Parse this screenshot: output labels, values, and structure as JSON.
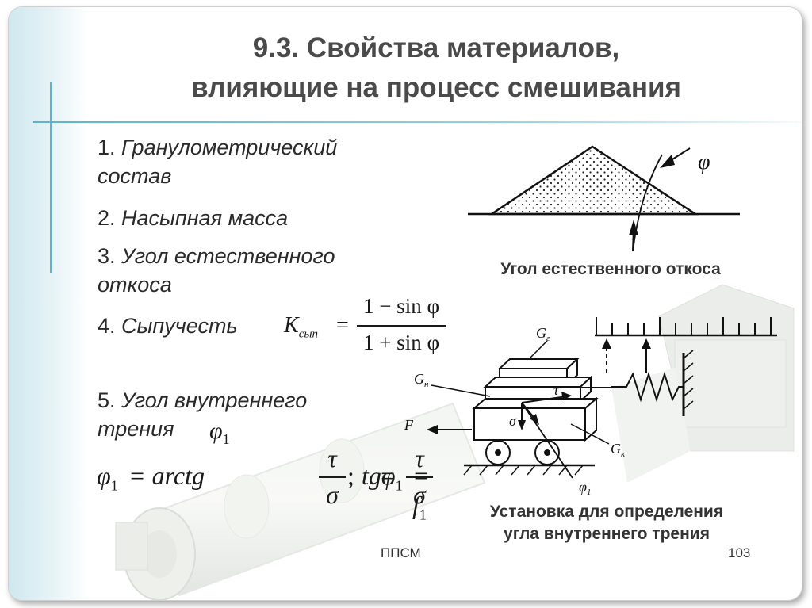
{
  "slide": {
    "title_line1": "9.3. Свойства материалов,",
    "title_line2": "влияющие на процесс смешивания",
    "items": [
      {
        "num": "1.",
        "text_line1": "Гранулометрический",
        "text_line2": "состав"
      },
      {
        "num": "2.",
        "text_line1": "Насыпная масса"
      },
      {
        "num": "3.",
        "text_line1": "Угол естественного",
        "text_line2": "откоса"
      },
      {
        "num": "4.",
        "text_line1": "Сыпучесть"
      },
      {
        "num": "5.",
        "text_line1": "Угол внутреннего",
        "text_line2": "трения"
      }
    ],
    "formula_k": {
      "symbol": "K",
      "subscript": "сып",
      "equals": "=",
      "numerator": "1 − sin φ",
      "denominator": "1 + sin φ"
    },
    "formula_phi": {
      "phi1_label": "φ",
      "phi1_sub": "1",
      "lhs": "φ",
      "lhs_sub": "1",
      "eq1": "= arctg",
      "frac1_num": "τ",
      "frac1_den": "σ",
      "sep": ";",
      "tg": "tgφ",
      "tg_sub": "1",
      "eq2": "= f",
      "f_sub": "1",
      "eq3": "=",
      "frac2_num": "τ",
      "frac2_den": "σ"
    },
    "caption_slope": "Угол естественного откоса",
    "caption_setup_line1": "Установка для определения",
    "caption_setup_line2": "угла внутреннего трения",
    "diagram_labels": {
      "phi": "φ",
      "g_r": "G",
      "g_r_sub": "г",
      "g_n": "G",
      "g_n_sub": "н",
      "g_k": "G",
      "g_k_sub": "к",
      "f": "F",
      "tau": "τ",
      "sigma": "σ",
      "phi1": "φ",
      "phi1_sub": "1"
    },
    "footer_left": "ППСМ",
    "page_number": "103"
  },
  "colors": {
    "title": "#4a4a4a",
    "accent_line": "#59b4d4",
    "band": "#cfe8ef"
  }
}
